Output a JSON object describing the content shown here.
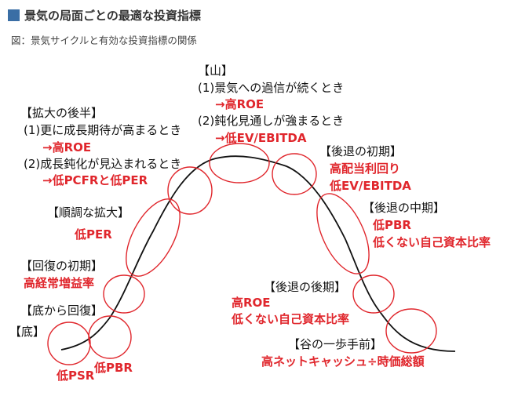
{
  "header": {
    "title": "景気の局面ごとの最適な投資指標"
  },
  "caption": "図：景気サイクルと有効な投資指標の関係",
  "phases": {
    "yama": {
      "heading": "【山】",
      "line1": "(1)景気への過信が続くとき",
      "metric1": "→高ROE",
      "line2": "(2)鈍化見通しが強まるとき",
      "metric2": "→低EV/EBITDA"
    },
    "kakudai_kouhan": {
      "heading": "【拡大の後半】",
      "line1": "(1)更に成長期待が高まるとき",
      "metric1": "→高ROE",
      "line2": "(2)成長鈍化が見込まれるとき",
      "metric2": "→低PCFRと低PER"
    },
    "koutai_shoki": {
      "heading": "【後退の初期】",
      "metric1": "高配当利回り",
      "metric2": "低EV/EBITDA"
    },
    "junchou": {
      "heading": "【順調な拡大】",
      "metric1": "低PER"
    },
    "koutai_chuuki": {
      "heading": "【後退の中期】",
      "metric1": "低PBR",
      "metric2": "低くない自己資本比率"
    },
    "kaifuku_shoki": {
      "heading": "【回復の初期】",
      "metric1": "高経常増益率"
    },
    "koutai_kouki": {
      "heading": "【後退の後期】",
      "metric1": "高ROE",
      "metric2": "低くない自己資本比率"
    },
    "sokara": {
      "heading": "【底から回復】",
      "metric1": "低PBR"
    },
    "soko": {
      "heading": "【底】",
      "metric1": "低PSR"
    },
    "tani": {
      "heading": "【谷の一歩手前】",
      "metric1": "高ネットキャッシュ÷時価総額"
    }
  },
  "colors": {
    "accent": "#e0262c",
    "header_mark": "#3a6ea5",
    "curve": "#111111",
    "ellipse": "#e0262c"
  }
}
